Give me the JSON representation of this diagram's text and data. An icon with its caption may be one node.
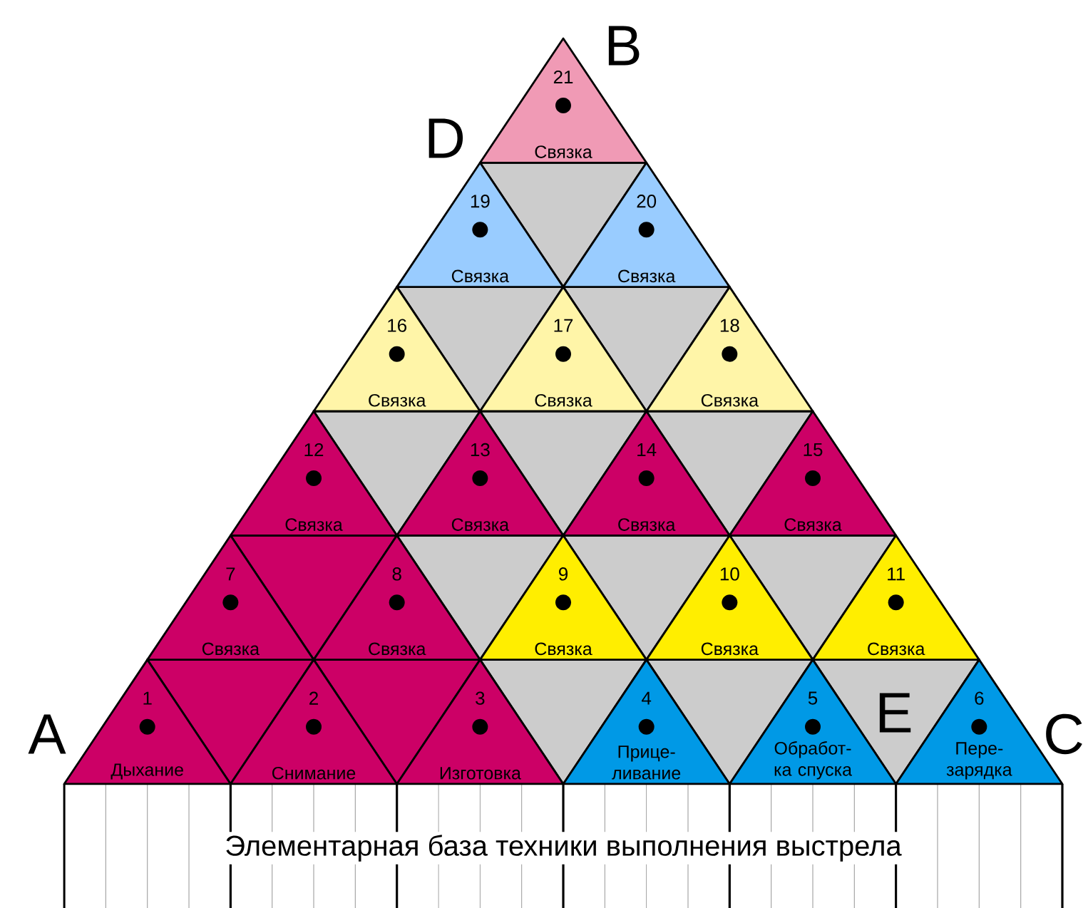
{
  "diagram": {
    "nodes": [
      {
        "text": [
          "21",
          "Связка"
        ]
      },
      {
        "text": [
          "19",
          "Связка"
        ]
      },
      {
        "text": [
          "20",
          "Связка"
        ]
      },
      {
        "text": [
          "16",
          "Связка"
        ]
      },
      {
        "text": [
          "17",
          "Связка"
        ]
      },
      {
        "text": [
          "18",
          "Связка"
        ]
      },
      {
        "text": [
          "12",
          "Связка"
        ]
      },
      {
        "text": [
          "13",
          "Связка"
        ]
      },
      {
        "text": [
          "14",
          "Связка"
        ]
      },
      {
        "text": [
          "15",
          "Связка"
        ]
      },
      {
        "text": [
          "7",
          "Связка"
        ]
      },
      {
        "text": [
          "8",
          "Связка"
        ]
      },
      {
        "text": [
          "9",
          "Связка"
        ]
      },
      {
        "text": [
          "10",
          "Связка"
        ]
      },
      {
        "text": [
          "11",
          "Связка"
        ]
      },
      {
        "text": [
          "1",
          "Дыхание"
        ]
      },
      {
        "text": [
          "2",
          "Снимание"
        ]
      },
      {
        "text": [
          "3",
          "Изготовка"
        ]
      },
      {
        "text": [
          "4",
          "Прице- ливание"
        ]
      },
      {
        "text": [
          "5",
          "Обработ- ка спуска"
        ]
      },
      {
        "text": [
          "6",
          "Пере- зарядка"
        ]
      },
      {
        "text": [
          "Элементарная база техники выполнения выстрела"
        ]
      },
      {
        "text": [],
        "shape": "triangle"
      },
      {
        "text": [],
        "shape": "triangle"
      },
      {
        "text": [],
        "shape": "triangle"
      },
      {
        "text": [],
        "shape": "triangle"
      },
      {
        "text": [],
        "shape": "triangle"
      },
      {
        "text": [],
        "shape": "triangle"
      },
      {
        "text": [],
        "shape": "triangle"
      },
      {
        "text": [],
        "shape": "triangle"
      },
      {
        "text": [],
        "shape": "triangle"
      },
      {
        "text": [],
        "shape": "triangle"
      },
      {
        "text": [],
        "shape": "triangle"
      },
      {
        "text": [],
        "shape": "triangle"
      },
      {
        "text": [],
        "shape": "triangle"
      },
      {
        "text": [],
        "shape": "triangle"
      },
      {
        "text": [],
        "shape": "triangle"
      }
    ],
    "labels": [
      "B",
      "D",
      "E",
      "A",
      "C"
    ]
  }
}
